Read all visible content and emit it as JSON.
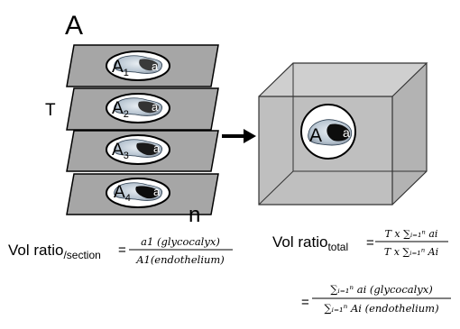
{
  "panel_label": "A",
  "thickness_label": "T",
  "count_label": "n",
  "sections": [
    {
      "area_label": "A",
      "area_index": "1",
      "sub_label": "a"
    },
    {
      "area_label": "A",
      "area_index": "2",
      "sub_label": "a"
    },
    {
      "area_label": "A",
      "area_index": "3",
      "sub_label": "a"
    },
    {
      "area_label": "A",
      "area_index": "4",
      "sub_label": "a"
    }
  ],
  "volume": {
    "area_label": "A",
    "sub_label": "a"
  },
  "eq_section": {
    "label": "Vol ratio",
    "label_sub": "/section",
    "equals": "=",
    "numerator": "a1 (glycocalyx)",
    "denominator": "A1(endothelium)"
  },
  "eq_total": {
    "label": "Vol ratio",
    "label_sub": "total",
    "equals": "=",
    "numerator": "T x ∑ᵢ₌₁ⁿ ai",
    "denominator": "T x ∑ᵢ₌₁ⁿ Ai"
  },
  "eq_final": {
    "equals": "=",
    "numerator": "∑ᵢ₌₁ⁿ ai (glycocalyx)",
    "denominator": "∑ᵢ₌₁ⁿ Ai (endothelium)"
  },
  "colors": {
    "plate": "#a6a6a6",
    "box": "#bfbfbf",
    "stroke": "#000000",
    "lumen": "#ffffff"
  }
}
